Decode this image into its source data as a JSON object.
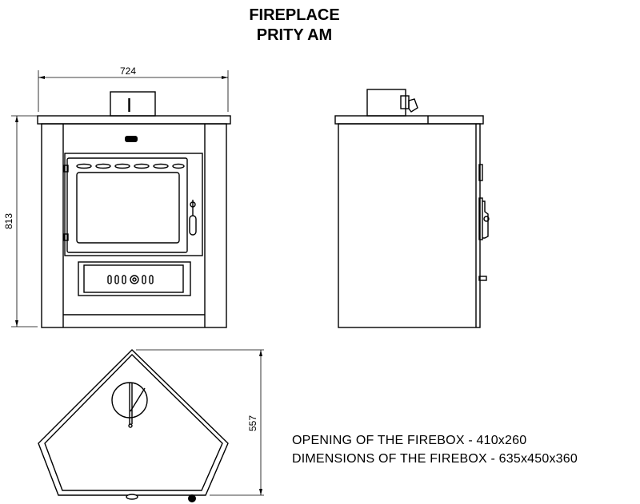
{
  "title": {
    "line1": "FIREPLACE",
    "line2": "PRITY AM"
  },
  "dimensions": {
    "width": "724",
    "height": "813",
    "depth": "557"
  },
  "notes": {
    "opening": "OPENING OF THE FIREBOX - 410x260",
    "firebox": "DIMENSIONS OF THE FIREBOX - 635x450x360"
  }
}
